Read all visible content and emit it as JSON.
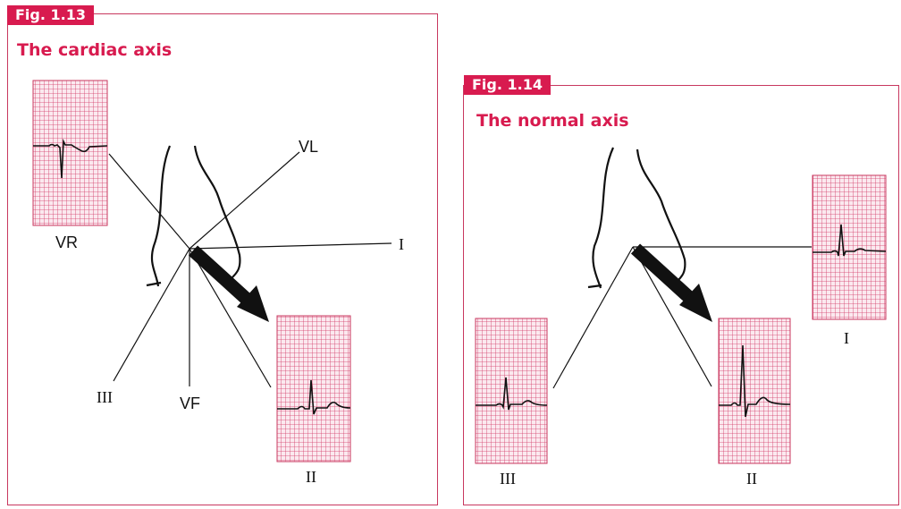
{
  "fig13": {
    "tag": "Fig. 1.13",
    "title": "The cardiac axis",
    "leads": {
      "vr": "VR",
      "vl": "VL",
      "i": "I",
      "iii": "III",
      "vf": "VF",
      "ii": "II"
    }
  },
  "fig14": {
    "tag": "Fig. 1.14",
    "title": "The normal axis",
    "leads": {
      "i": "I",
      "ii": "II",
      "iii": "III"
    }
  },
  "colors": {
    "accent": "#d81b4f",
    "grid": "#c8385f",
    "trace": "#111111",
    "arrow": "#111111"
  }
}
